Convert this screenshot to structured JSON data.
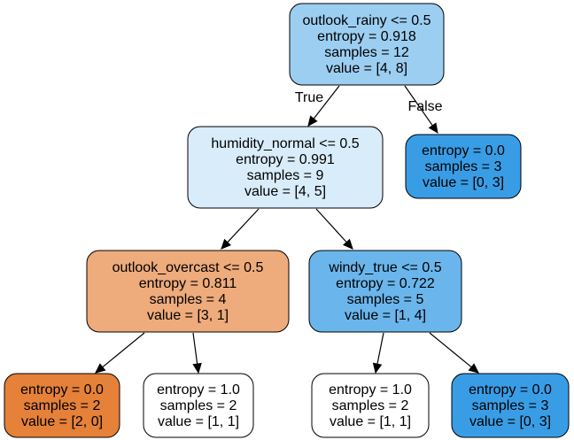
{
  "nodes": [
    {
      "id": "n0",
      "lines": [
        "outlook_rainy <= 0.5",
        "entropy = 0.918",
        "samples = 12",
        "value = [4, 8]"
      ],
      "fill": "#9ccef2"
    },
    {
      "id": "n1",
      "lines": [
        "humidity_normal <= 0.5",
        "entropy = 0.991",
        "samples = 9",
        "value = [4, 5]"
      ],
      "fill": "#d9ecfa"
    },
    {
      "id": "n2",
      "lines": [
        "entropy = 0.0",
        "samples = 3",
        "value = [0, 3]"
      ],
      "fill": "#399de5"
    },
    {
      "id": "n3",
      "lines": [
        "outlook_overcast <= 0.5",
        "entropy = 0.811",
        "samples = 4",
        "value = [3, 1]"
      ],
      "fill": "#eeab7b"
    },
    {
      "id": "n4",
      "lines": [
        "windy_true <= 0.5",
        "entropy = 0.722",
        "samples = 5",
        "value = [1, 4]"
      ],
      "fill": "#6ab6ec"
    },
    {
      "id": "n5",
      "lines": [
        "entropy = 0.0",
        "samples = 2",
        "value = [2, 0]"
      ],
      "fill": "#e58139"
    },
    {
      "id": "n6",
      "lines": [
        "entropy = 1.0",
        "samples = 2",
        "value = [1, 1]"
      ],
      "fill": "#ffffff"
    },
    {
      "id": "n7",
      "lines": [
        "entropy = 1.0",
        "samples = 2",
        "value = [1, 1]"
      ],
      "fill": "#ffffff"
    },
    {
      "id": "n8",
      "lines": [
        "entropy = 0.0",
        "samples = 3",
        "value = [0, 3]"
      ],
      "fill": "#399de5"
    }
  ],
  "edges": [
    {
      "from": "n0",
      "to": "n1",
      "label": "True"
    },
    {
      "from": "n0",
      "to": "n2",
      "label": "False"
    },
    {
      "from": "n1",
      "to": "n3",
      "label": ""
    },
    {
      "from": "n1",
      "to": "n4",
      "label": ""
    },
    {
      "from": "n3",
      "to": "n5",
      "label": ""
    },
    {
      "from": "n3",
      "to": "n6",
      "label": ""
    },
    {
      "from": "n4",
      "to": "n7",
      "label": ""
    },
    {
      "from": "n4",
      "to": "n8",
      "label": ""
    }
  ]
}
